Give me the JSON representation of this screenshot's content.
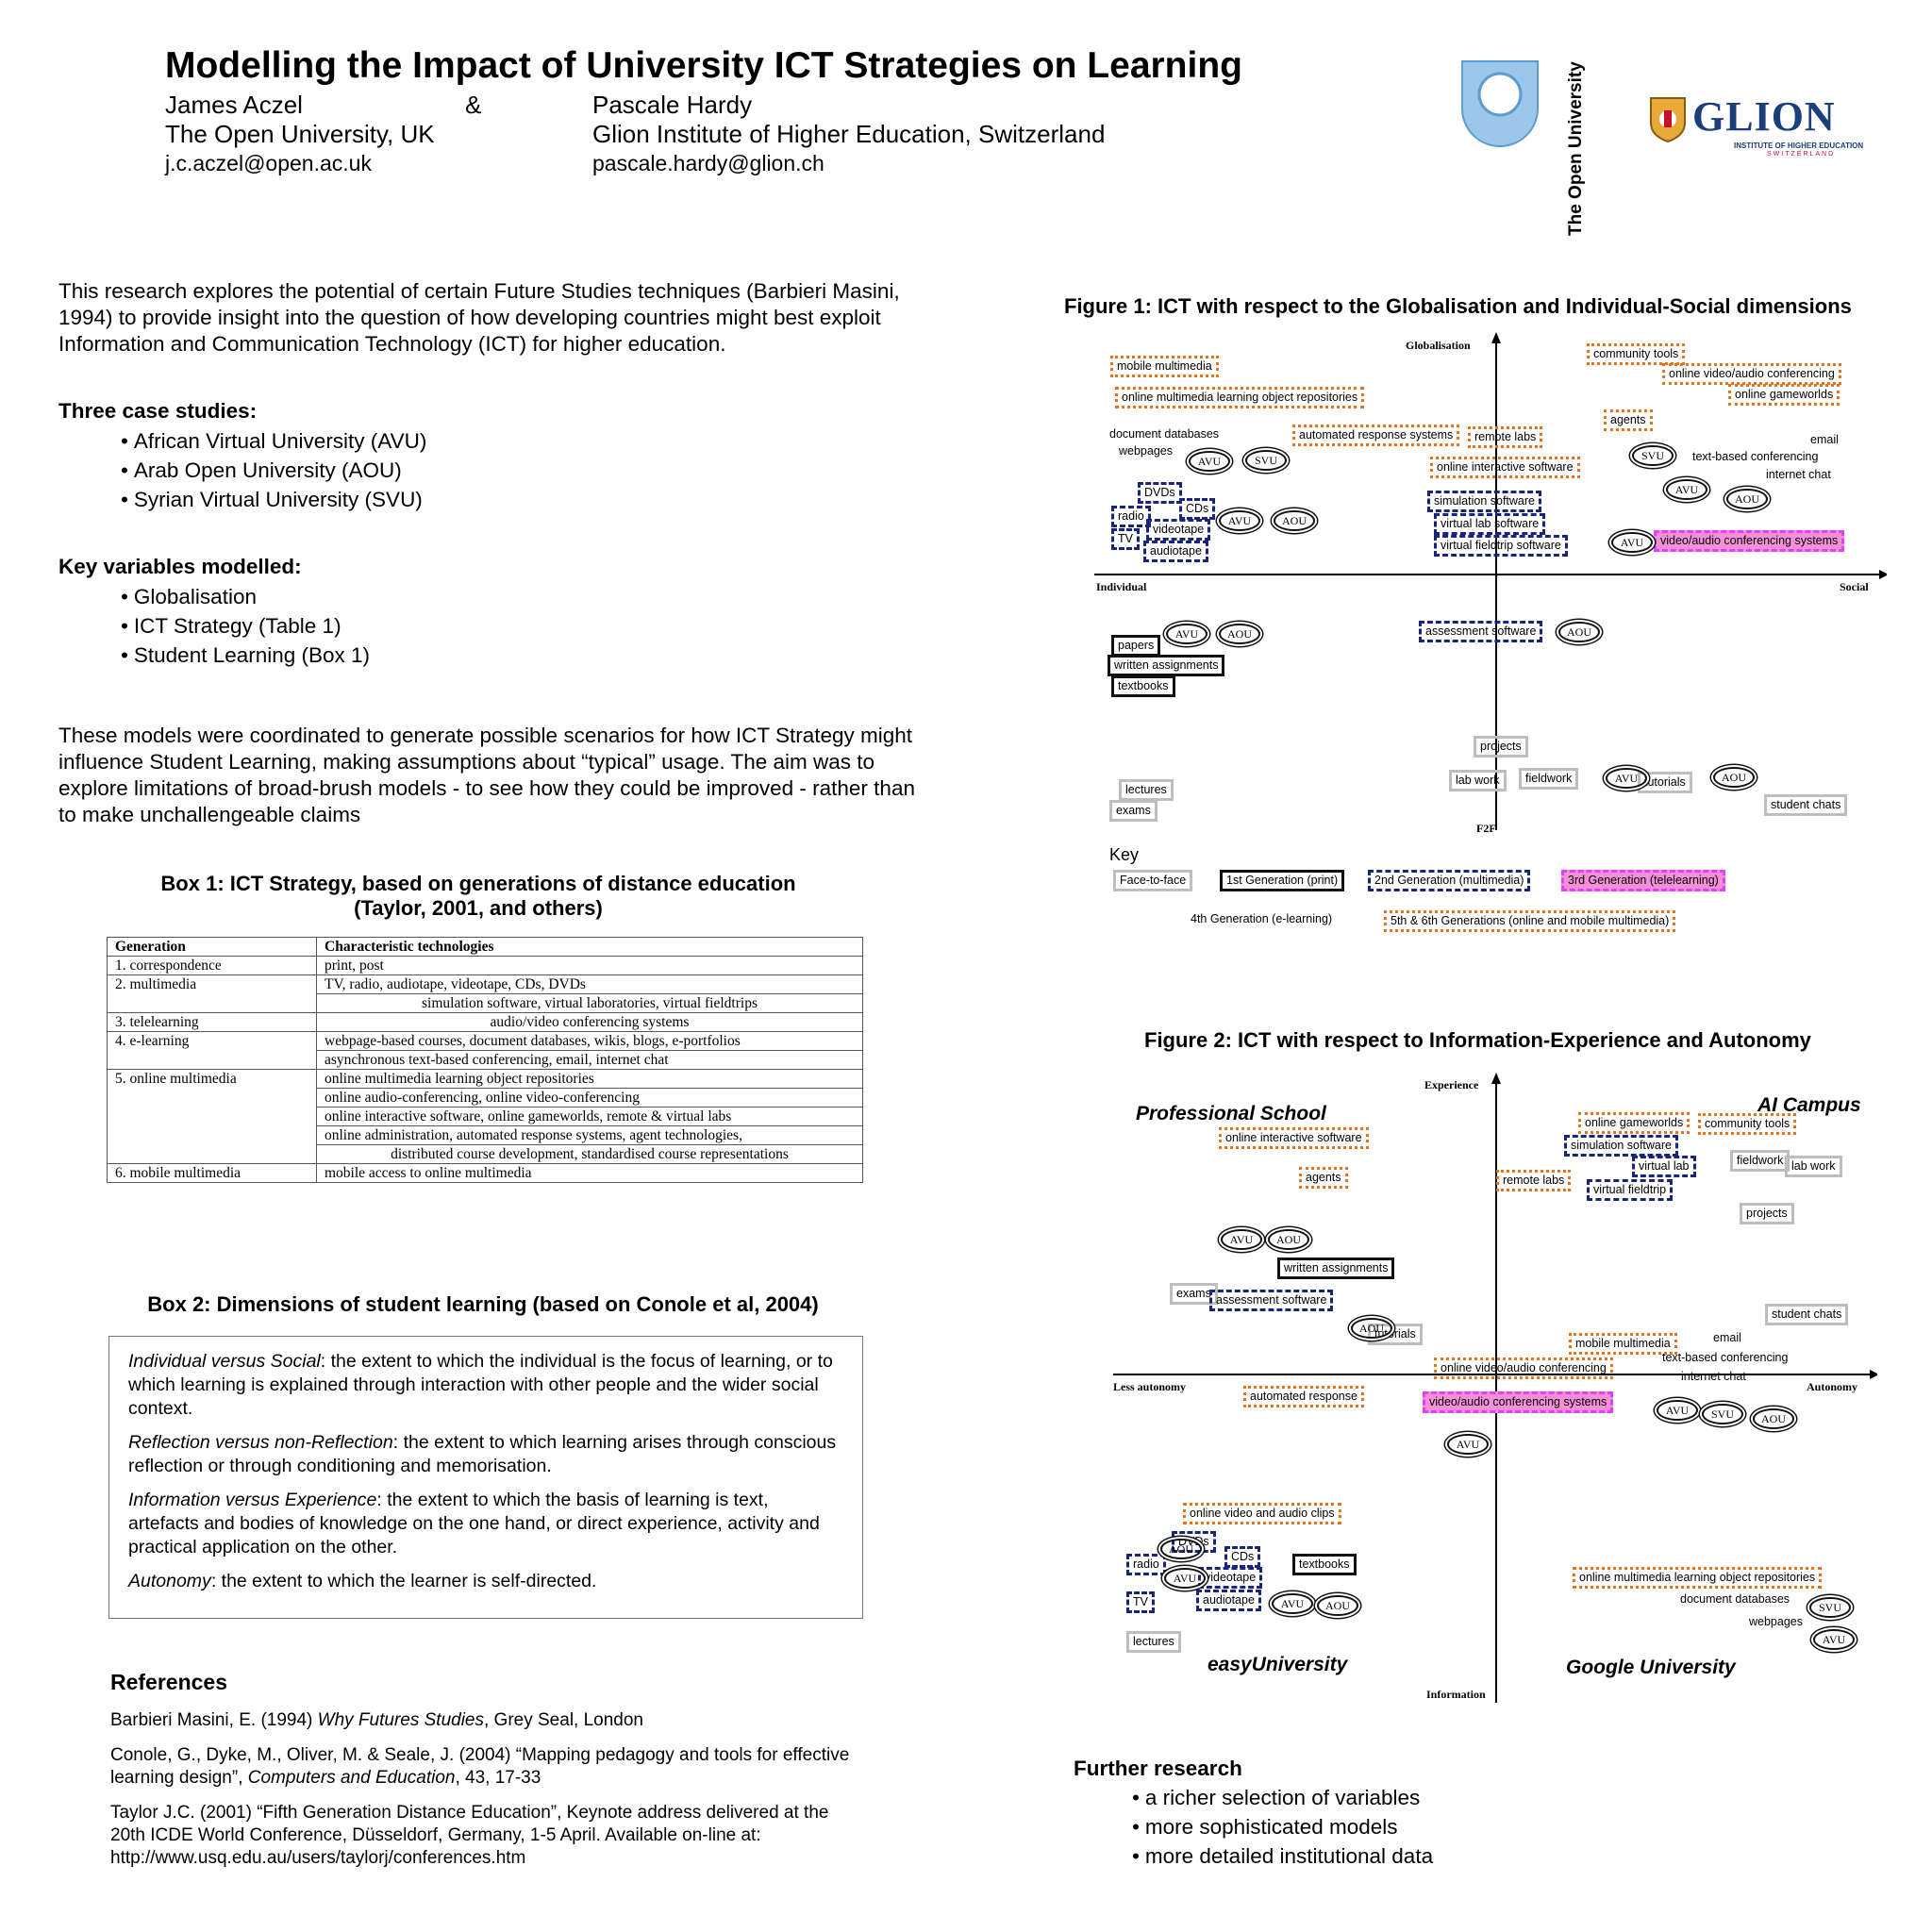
{
  "header": {
    "title": "Modelling the Impact of University ICT Strategies on Learning",
    "author1": {
      "name": "James Aczel",
      "affiliation": "The Open University, UK",
      "email": "j.c.aczel@open.ac.uk"
    },
    "amp": "&",
    "author2": {
      "name": "Pascale Hardy",
      "affiliation": "Glion Institute of Higher Education, Switzerland",
      "email": "pascale.hardy@glion.ch"
    },
    "ou_logo_text": "The Open University",
    "glion_logo": {
      "name": "GLION",
      "sub1": "INSTITUTE OF HIGHER EDUCATION",
      "sub2": "SWITZERLAND"
    }
  },
  "intro": "This research explores the potential of certain Future Studies techniques (Barbieri Masini, 1994) to provide insight into the question of how developing countries might best exploit Information and Communication Technology (ICT) for higher education.",
  "case_studies": {
    "heading": "Three case studies:",
    "items": [
      "African Virtual University (AVU)",
      "Arab Open University (AOU)",
      "Syrian Virtual University (SVU)"
    ]
  },
  "key_vars": {
    "heading": "Key variables modelled:",
    "items": [
      "Globalisation",
      "ICT Strategy (Table 1)",
      "Student Learning (Box 1)"
    ]
  },
  "coordination": "These models were coordinated to generate possible scenarios for how ICT Strategy might influence Student Learning, making assumptions about “typical” usage. The aim was to explore limitations of broad-brush models - to see how they could be improved - rather than to make unchallengeable claims",
  "box1": {
    "title1": "Box 1: ICT Strategy, based on generations of distance education",
    "title2": "(Taylor, 2001, and others)",
    "headers": [
      "Generation",
      "Characteristic technologies"
    ],
    "rows": [
      {
        "gen": "1.   correspondence",
        "tech": [
          "print, post"
        ]
      },
      {
        "gen": "2.   multimedia",
        "tech": [
          "TV, radio, audiotape, videotape, CDs, DVDs",
          "simulation software, virtual laboratories, virtual fieldtrips"
        ]
      },
      {
        "gen": "3.   telelearning",
        "tech": [
          "audio/video conferencing systems"
        ]
      },
      {
        "gen": "4.   e-learning",
        "tech": [
          "webpage-based courses, document databases, wikis, blogs, e-portfolios",
          "asynchronous text-based conferencing, email, internet chat"
        ]
      },
      {
        "gen": "5.   online multimedia",
        "tech": [
          "online multimedia learning object repositories",
          "online audio-conferencing, online video-conferencing",
          "online interactive software, online gameworlds, remote & virtual labs",
          "online administration, automated response systems, agent technologies,",
          "distributed course development, standardised course representations"
        ]
      },
      {
        "gen": "6.   mobile multimedia",
        "tech": [
          "mobile access to online multimedia"
        ]
      }
    ]
  },
  "box2": {
    "title": "Box 2: Dimensions of student learning (based on Conole et al, 2004)",
    "items": [
      {
        "term": "Individual versus Social",
        "desc": ": the extent to which the individual is the focus of learning, or to which learning is explained through interaction with other people and the wider social context."
      },
      {
        "term": "Reflection versus non-Reflection",
        "desc": ": the extent to which learning arises through conscious reflection or through conditioning and memorisation."
      },
      {
        "term": "Information versus Experience",
        "desc": ": the extent to which the basis of learning is text, artefacts and bodies of knowledge on the one hand, or direct experience, activity and practical application on the other."
      },
      {
        "term": "Autonomy",
        "desc": ": the extent to which the learner is self-directed."
      }
    ]
  },
  "references": {
    "heading": "References",
    "items": [
      {
        "pre": "Barbieri Masini, E. (1994) ",
        "italic": "Why Futures Studies",
        "post": ", Grey Seal, London"
      },
      {
        "pre": "Conole, G., Dyke, M., Oliver, M. & Seale, J. (2004) “Mapping pedagogy and tools for effective learning design”, ",
        "italic": "Computers and Education",
        "post": ", 43, 17-33"
      },
      {
        "pre": "Taylor J.C. (2001) “Fifth Generation Distance Education”, Keynote address delivered at the 20th ICDE World Conference, Düsseldorf, Germany, 1-5 April. Available on-line at: http://www.usq.edu.au/users/taylorj/conferences.htm",
        "italic": "",
        "post": ""
      }
    ]
  },
  "fig1": {
    "title": "Figure 1: ICT with respect to the Globalisation and Individual-Social dimensions",
    "axes": {
      "top": "Globalisation",
      "bottom": "F2F",
      "left": "Individual",
      "right": "Social"
    },
    "labels": {
      "mobile_multimedia": "mobile multimedia",
      "omlor": "online multimedia learning object repositories",
      "community_tools": "community tools",
      "online_va": "online video/audio conferencing",
      "online_gameworlds": "online gameworlds",
      "agents": "agents",
      "document_databases": "document databases",
      "webpages": "webpages",
      "automated_response": "automated response systems",
      "remote_labs": "remote labs",
      "online_interactive": "online interactive software",
      "email": "email",
      "text_conf": "text-based conferencing",
      "internet_chat": "internet chat",
      "dvds": "DVDs",
      "cds": "CDs",
      "radio": "radio",
      "videotape": "videotape",
      "tv": "TV",
      "audiotape": "audiotape",
      "simulation": "simulation software",
      "virtual_lab": "virtual lab software",
      "virtual_fieldtrip": "virtual fieldtrip software",
      "va_conf": "video/audio conferencing systems",
      "papers": "papers",
      "written": "written assignments",
      "textbooks": "textbooks",
      "assessment": "assessment software",
      "projects": "projects",
      "lab_work": "lab work",
      "fieldwork": "fieldwork",
      "tutorials": "tutorials",
      "lectures": "lectures",
      "exams": "exams",
      "student_chats": "student chats"
    },
    "ovals": {
      "avu": "AVU",
      "svu": "SVU",
      "aou": "AOU"
    },
    "key": {
      "heading": "Key",
      "f2f": "Face-to-face",
      "g1": "1st Generation (print)",
      "g2": "2nd Generation (multimedia)",
      "g3": "3rd Generation (telelearning)",
      "g4": "4th Generation (e-learning)",
      "g56": "5th & 6th Generations (online and mobile multimedia)"
    }
  },
  "fig2": {
    "title": "Figure 2: ICT with respect to Information-Experience and Autonomy",
    "axes": {
      "top": "Experience",
      "bottom": "Information",
      "left": "Less autonomy",
      "right": "Autonomy"
    },
    "quadrants": {
      "tl": "Professional School",
      "tr": "AI Campus",
      "bl": "easyUniversity",
      "br": "Google University"
    },
    "labels": {
      "online_interactive": "online interactive software",
      "agents": "agents",
      "online_gameworlds": "online gameworlds",
      "community_tools": "community tools",
      "simulation": "simulation software",
      "virtual_lab": "virtual lab",
      "remote_labs": "remote labs",
      "virtual_fieldtrip": "virtual fieldtrip",
      "fieldwork": "fieldwork",
      "lab_work": "lab work",
      "projects": "projects",
      "written": "written assignments",
      "exams": "exams",
      "assessment": "assessment software",
      "tutorials": "tutorials",
      "student_chats": "student chats",
      "mobile_multimedia": "mobile multimedia",
      "email": "email",
      "online_va": "online video/audio conferencing",
      "text_conf": "text-based conferencing",
      "internet_chat": "internet chat",
      "automated_response": "automated response",
      "va_conf": "video/audio conferencing systems",
      "online_clips": "online video and audio clips",
      "dvds": "DVDs",
      "cds": "CDs",
      "radio": "radio",
      "videotape": "videotape",
      "textbooks": "textbooks",
      "tv": "TV",
      "audiotape": "audiotape",
      "lectures": "lectures",
      "omlor": "online multimedia learning object repositories",
      "document_databases": "document databases",
      "webpages": "webpages"
    },
    "ovals": {
      "avu": "AVU",
      "svu": "SVU",
      "aou": "AOU"
    }
  },
  "further": {
    "heading": "Further research",
    "items": [
      "a richer selection of variables",
      "more sophisticated models",
      "more detailed institutional data"
    ]
  }
}
